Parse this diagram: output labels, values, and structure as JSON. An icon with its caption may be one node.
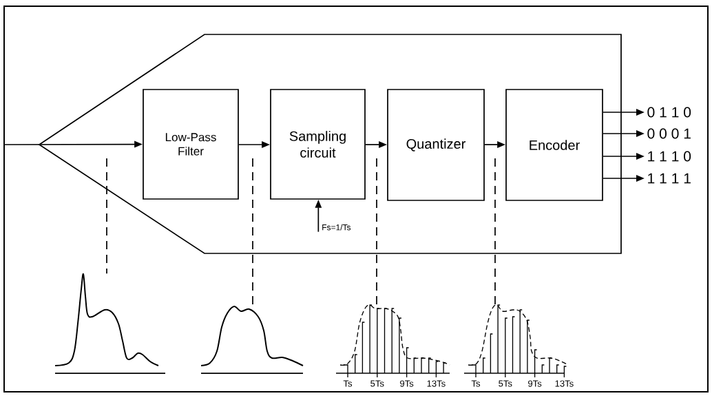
{
  "diagram": {
    "nodes": [
      {
        "text": [],
        "shape": "pentagon"
      },
      {
        "text": [
          "Low-Pass Filter"
        ],
        "in": 0
      },
      {
        "text": [
          "Sampling circuit"
        ],
        "in": 0
      },
      {
        "text": [
          "Quantizer"
        ],
        "in": 0
      },
      {
        "text": [
          "Encoder"
        ],
        "in": 0
      },
      {
        "text": [
          "0 1 1 0"
        ]
      },
      {
        "text": [
          "0 0 0 1"
        ]
      },
      {
        "text": [
          "1 1 1 0"
        ]
      },
      {
        "text": [
          "1 1 1 1"
        ]
      },
      {
        "text": [
          "Fs=1/Ts"
        ],
        "in": 0
      },
      {
        "text": [],
        "shape": "picture"
      },
      {
        "text": [],
        "shape": "picture"
      },
      {
        "text": [],
        "shape": "picture",
        "beside": [
          "Ts",
          "5Ts",
          "9Ts",
          "13Ts"
        ]
      },
      {
        "text": [],
        "shape": "picture",
        "beside": [
          "Ts",
          "5Ts",
          "9Ts",
          "13Ts"
        ]
      }
    ],
    "edges": [
      {
        "from": null,
        "to": 1,
        "arrow": "to"
      },
      {
        "from": 1,
        "to": 2,
        "arrow": "to"
      },
      {
        "from": 2,
        "to": 3,
        "arrow": "to"
      },
      {
        "from": 3,
        "to": 4,
        "arrow": "to"
      },
      {
        "from": 4,
        "to": 5,
        "arrow": "to"
      },
      {
        "from": 4,
        "to": 6,
        "arrow": "to"
      },
      {
        "from": 4,
        "to": 7,
        "arrow": "to"
      },
      {
        "from": 4,
        "to": 8,
        "arrow": "to"
      },
      {
        "from": 9,
        "to": 2,
        "arrow": "to"
      },
      {
        "from": null,
        "to": 10,
        "arrow": "none",
        "style": "dashed"
      },
      {
        "from": null,
        "to": 11,
        "arrow": "none",
        "style": "dashed"
      },
      {
        "from": null,
        "to": 12,
        "arrow": "none",
        "style": "dashed"
      },
      {
        "from": null,
        "to": 13,
        "arrow": "none",
        "style": "dashed"
      }
    ]
  }
}
